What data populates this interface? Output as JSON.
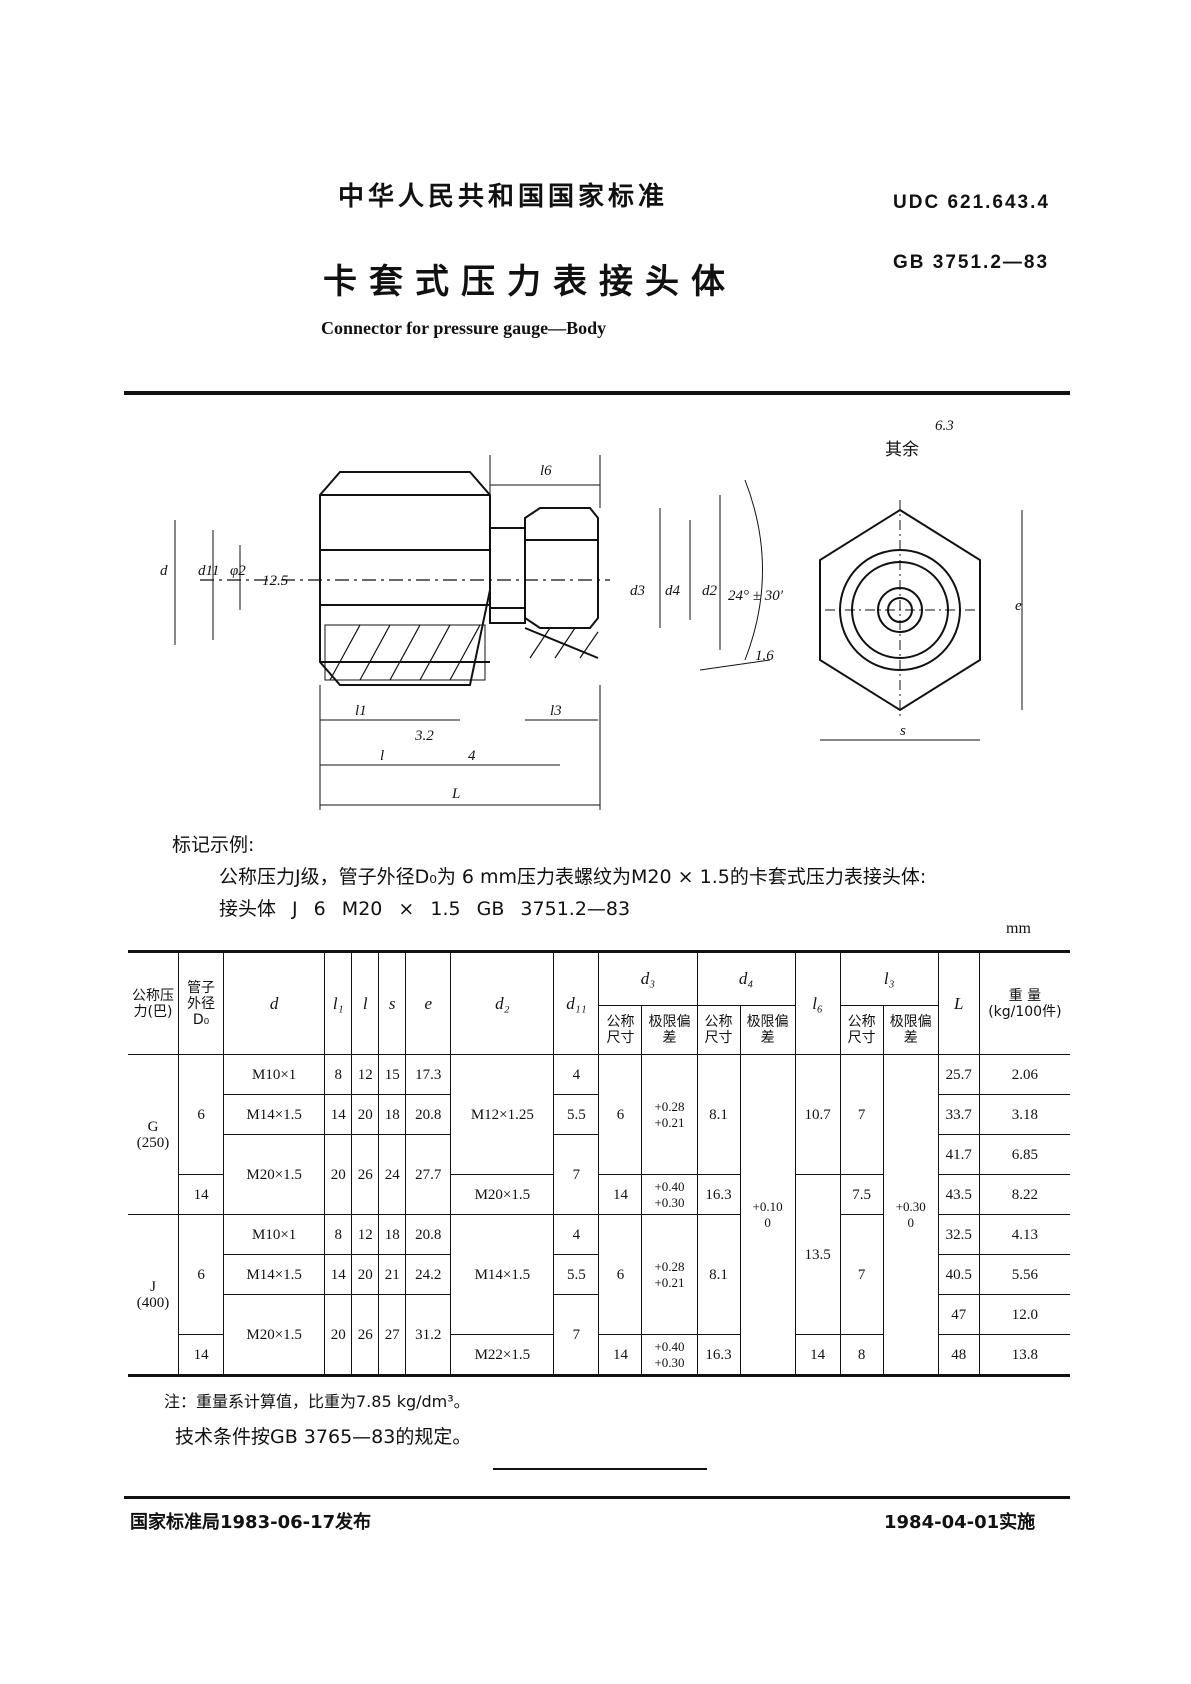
{
  "header": {
    "std_org": "中华人民共和国国家标准",
    "udc": "UDC 621.643.4",
    "title_cn": "卡套式压力表接头体",
    "gb_number": "GB 3751.2—83",
    "title_en": "Connector for pressure gauge—Body"
  },
  "drawing": {
    "labels": {
      "l6": "l6",
      "d": "d",
      "d11": "d11",
      "phi2": "φ2",
      "rough_12_5": "12.5",
      "d3": "d3",
      "d4": "d4",
      "d2": "d2",
      "angle": "24° ± 30′",
      "rough_1_6": "1.6",
      "l1": "l1",
      "rough_3_2": "3.2",
      "l3": "l3",
      "l": "l",
      "four": "4",
      "L": "L",
      "rest": "其余",
      "rough_6_3": "6.3",
      "e": "e",
      "s": "s"
    }
  },
  "marking": {
    "title": "标记示例:",
    "desc": "公称压力J级，管子外径D₀为 6 mm压力表螺纹为M20 × 1.5的卡套式压力表接头体:",
    "code": "接头体 J 6 M20 × 1.5 GB 3751.2—83"
  },
  "unit": "mm",
  "table": {
    "headers": {
      "pressure": "公称压力(巴)",
      "tube_od": "管子外径D₀",
      "d": "d",
      "l1": "l₁",
      "l": "l",
      "s": "s",
      "e": "e",
      "d2": "d₂",
      "d11": "d₁₁",
      "d3": "d₃",
      "d4": "d₄",
      "l6": "l₆",
      "l3": "l₃",
      "L": "L",
      "weight": "重 量",
      "weight_unit": "(kg/100件)",
      "nominal": "公称尺寸",
      "deviation": "极限偏差"
    },
    "groups": [
      {
        "pressure": "G",
        "pressure_value": "(250)",
        "rows": [
          {
            "d": "M10×1",
            "l1": "8",
            "l": "12",
            "s": "15",
            "e": "17.3",
            "d11": "4",
            "L": "25.7",
            "w": "2.06"
          },
          {
            "d": "M14×1.5",
            "l1": "14",
            "l": "20",
            "s": "18",
            "e": "20.8",
            "d11": "5.5",
            "L": "33.7",
            "w": "3.18"
          },
          {
            "d": "M20×1.5",
            "l1": "20",
            "l": "26",
            "s": "24",
            "e": "27.7",
            "d11": "7",
            "L": "41.7",
            "w": "6.85"
          },
          {
            "L": "43.5",
            "w": "8.22"
          }
        ],
        "od6": "6",
        "od14": "14",
        "d2_6": "M12×1.25",
        "d2_14": "M20×1.5",
        "d3_6": "6",
        "d3dev_6a": "+0.28",
        "d3dev_6b": "+0.21",
        "d3_14": "14",
        "d3dev_14a": "+0.40",
        "d3dev_14b": "+0.30",
        "d4_6": "8.1",
        "d4_14": "16.3",
        "l6_6": "10.7",
        "l3_6": "7",
        "l3_14": "7.5"
      },
      {
        "pressure": "J",
        "pressure_value": "(400)",
        "rows": [
          {
            "d": "M10×1",
            "l1": "8",
            "l": "12",
            "s": "18",
            "e": "20.8",
            "d11": "4",
            "L": "32.5",
            "w": "4.13"
          },
          {
            "d": "M14×1.5",
            "l1": "14",
            "l": "20",
            "s": "21",
            "e": "24.2",
            "d11": "5.5",
            "L": "40.5",
            "w": "5.56"
          },
          {
            "d": "M20×1.5",
            "l1": "20",
            "l": "26",
            "s": "27",
            "e": "31.2",
            "d11": "7",
            "L": "47",
            "w": "12.0"
          },
          {
            "L": "48",
            "w": "13.8"
          }
        ],
        "od6": "6",
        "od14": "14",
        "d2_6": "M14×1.5",
        "d2_14": "M22×1.5",
        "d3_6": "6",
        "d3dev_6a": "+0.28",
        "d3dev_6b": "+0.21",
        "d3_14": "14",
        "d3dev_14a": "+0.40",
        "d3dev_14b": "+0.30",
        "d4_6": "8.1",
        "d4_14": "16.3",
        "l6_14": "14",
        "l3_6": "7",
        "l3_14": "8"
      }
    ],
    "shared": {
      "d4_dev_a": "+0.10",
      "d4_dev_b": "0",
      "l3_dev_a": "+0.30",
      "l3_dev_b": "0",
      "l6_mid": "13.5"
    }
  },
  "notes": {
    "note1": "注：重量系计算值，比重为7.85 kg/dm³。",
    "note2": "技术条件按GB 3765—83的规定。"
  },
  "footer": {
    "issue": "国家标准局1983-06-17发布",
    "implement": "1984-04-01实施"
  }
}
